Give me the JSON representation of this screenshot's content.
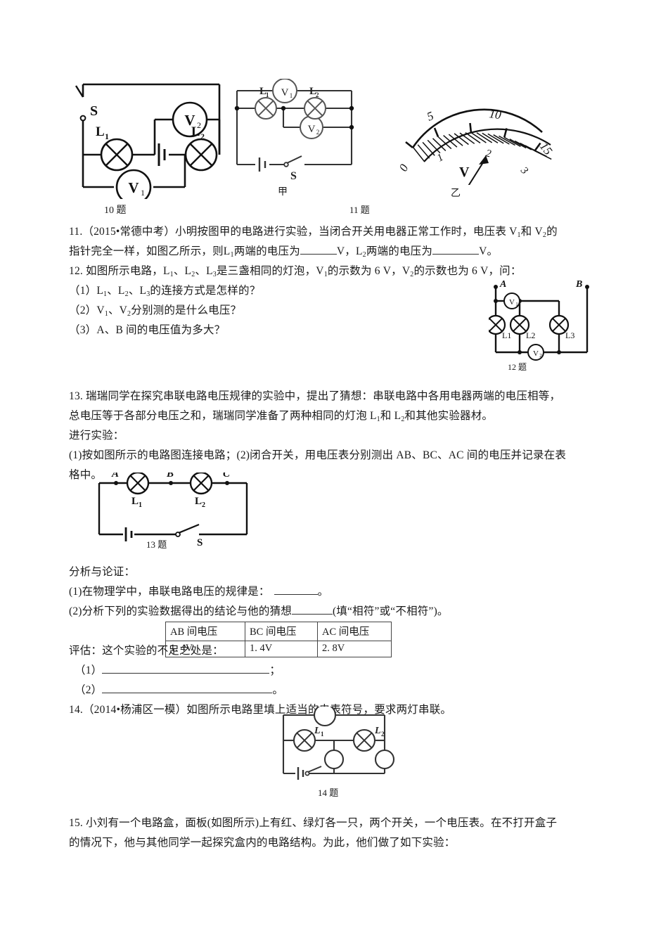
{
  "document": {
    "type": "physics-worksheet",
    "language": "zh-CN",
    "subject": "voltage-series-parallel-circuits"
  },
  "figures": {
    "fig10": {
      "caption": "10 题",
      "labels": {
        "switch": "S",
        "lamp1": "L",
        "lamp1_sub": "1",
        "lamp2": "L",
        "lamp2_sub": "2",
        "meter1": "V",
        "meter1_sub": "1",
        "meter2": "V",
        "meter2_sub": "2"
      }
    },
    "fig11_jia": {
      "caption": "甲",
      "labels": {
        "lamp1": "L",
        "lamp1_sub": "1",
        "lamp2": "L",
        "lamp2_sub": "2",
        "meter1": "V",
        "meter1_sub": "1",
        "meter2": "V",
        "meter2_sub": "2",
        "switch": "S"
      }
    },
    "fig11_yi": {
      "caption": "乙",
      "unit": "V",
      "outer_scale": [
        "0",
        "5",
        "10",
        "15"
      ],
      "inner_scale": [
        "0",
        "1",
        "2",
        "3"
      ],
      "needle_reading_inner": 2.2,
      "needle_reading_outer": 11.0
    },
    "fig11_num": {
      "caption": "11 题"
    },
    "fig12": {
      "caption": "12 题",
      "labels": {
        "node_a": "A",
        "node_b": "B",
        "lamp1": "L1",
        "lamp2": "L2",
        "lamp3": "L3",
        "meter1": "V",
        "meter1_sub": "1",
        "meter2": "V",
        "meter2_sub": "2"
      }
    },
    "fig13": {
      "caption": "13 题",
      "labels": {
        "node_a": "A",
        "node_b": "B",
        "node_c": "C",
        "lamp1": "L",
        "lamp1_sub": "1",
        "lamp2": "L",
        "lamp2_sub": "2",
        "switch": "S"
      }
    },
    "fig14": {
      "caption": "14 题",
      "labels": {
        "lamp1": "L",
        "lamp1_sub": "1",
        "lamp2": "L",
        "lamp2_sub": "2"
      }
    }
  },
  "q11": {
    "line1": "11.（2015•常德中考）小明按图甲的电路进行实验，当闭合开关用电器正常工作时，电压表 V",
    "line1_sub1": "1",
    "line1_mid": "和 V",
    "line1_sub2": "2",
    "line1_end": "的",
    "line2_a": "指针完全一样，如图乙所示，则L",
    "line2_sub1": "1",
    "line2_b": "两端的电压为",
    "line2_c": "V，L",
    "line2_sub2": "2",
    "line2_d": "两端的电压为",
    "line2_e": "V。"
  },
  "q12": {
    "stem_a": "12. 如图所示电路，L",
    "stem_sub1": "1",
    "stem_b": "、L",
    "stem_sub2": "2",
    "stem_c": "、L",
    "stem_sub3": "3",
    "stem_d": "是三盏相同的灯泡，V",
    "stem_sub4": "1",
    "stem_e": "的示数为 6 V，V",
    "stem_sub5": "2",
    "stem_f": "的示数也为 6 V，问：",
    "items": [
      {
        "prefix": "（1）L",
        "s1": "1",
        "m1": "、L",
        "s2": "2",
        "m2": "、L",
        "s3": "3",
        "tail": "的连接方式是怎样的？"
      },
      {
        "prefix": "（2）V",
        "s1": "1",
        "m1": "、V",
        "s2": "2",
        "m2": "",
        "s3": "",
        "tail": "分别测的是什么电压？"
      },
      {
        "prefix": "（3）A、B 间的电压值为多大？",
        "s1": "",
        "m1": "",
        "s2": "",
        "m2": "",
        "s3": "",
        "tail": ""
      }
    ]
  },
  "q13": {
    "line1": "13. 瑞瑞同学在探究串联电路电压规律的实验中，提出了猜想：串联电路中各用电器两端的电压相等，",
    "line2_a": "总电压等于各部分电压之和，瑞瑞同学准备了两种相同的灯泡 L",
    "line2_sub1": "1",
    "line2_b": "和 L",
    "line2_sub2": "2",
    "line2_c": "和其他实验器材。",
    "line3": "进行实验：",
    "line4": "(1)按如图所示的电路图连接电路；(2)闭合开关，用电压表分别测出 AB、BC、AC 间的电压并记录在表",
    "line5": "格中。",
    "analysis_header": "分析与论证：",
    "analysis_1_a": "(1)在物理学中，串联电路电压的规律是：",
    "analysis_1_b": "。",
    "analysis_2_a": "(2)分析下列的实验数据得出的结论与他的猜想",
    "analysis_2_b": "(填“相符”或“不相符”)。",
    "table": {
      "headers": [
        "AB 间电压",
        "BC 间电压",
        "AC 间电压"
      ],
      "rows": [
        [
          "1. 4V",
          "1. 4V",
          "2. 8V"
        ]
      ]
    },
    "eval_header": "评估：这个实验的不足之处是：",
    "eval_items": [
      {
        "label": "（1）",
        "tail": "；"
      },
      {
        "label": "（2）",
        "tail": "。"
      }
    ]
  },
  "q14": {
    "line1": "14.（2014•杨浦区一模）如图所示电路里填上适当的电表符号，要求两灯串联。"
  },
  "q15": {
    "line1": "15. 小刘有一个电路盒，面板(如图所示)上有红、绿灯各一只，两个开关，一个电压表。在不打开盒子",
    "line2": "的情况下，他与其他同学一起探究盒内的电路结构。为此，他们做了如下实验："
  },
  "colors": {
    "ink": "#1a1a1a",
    "line": "#111111",
    "rule": "#444444"
  }
}
